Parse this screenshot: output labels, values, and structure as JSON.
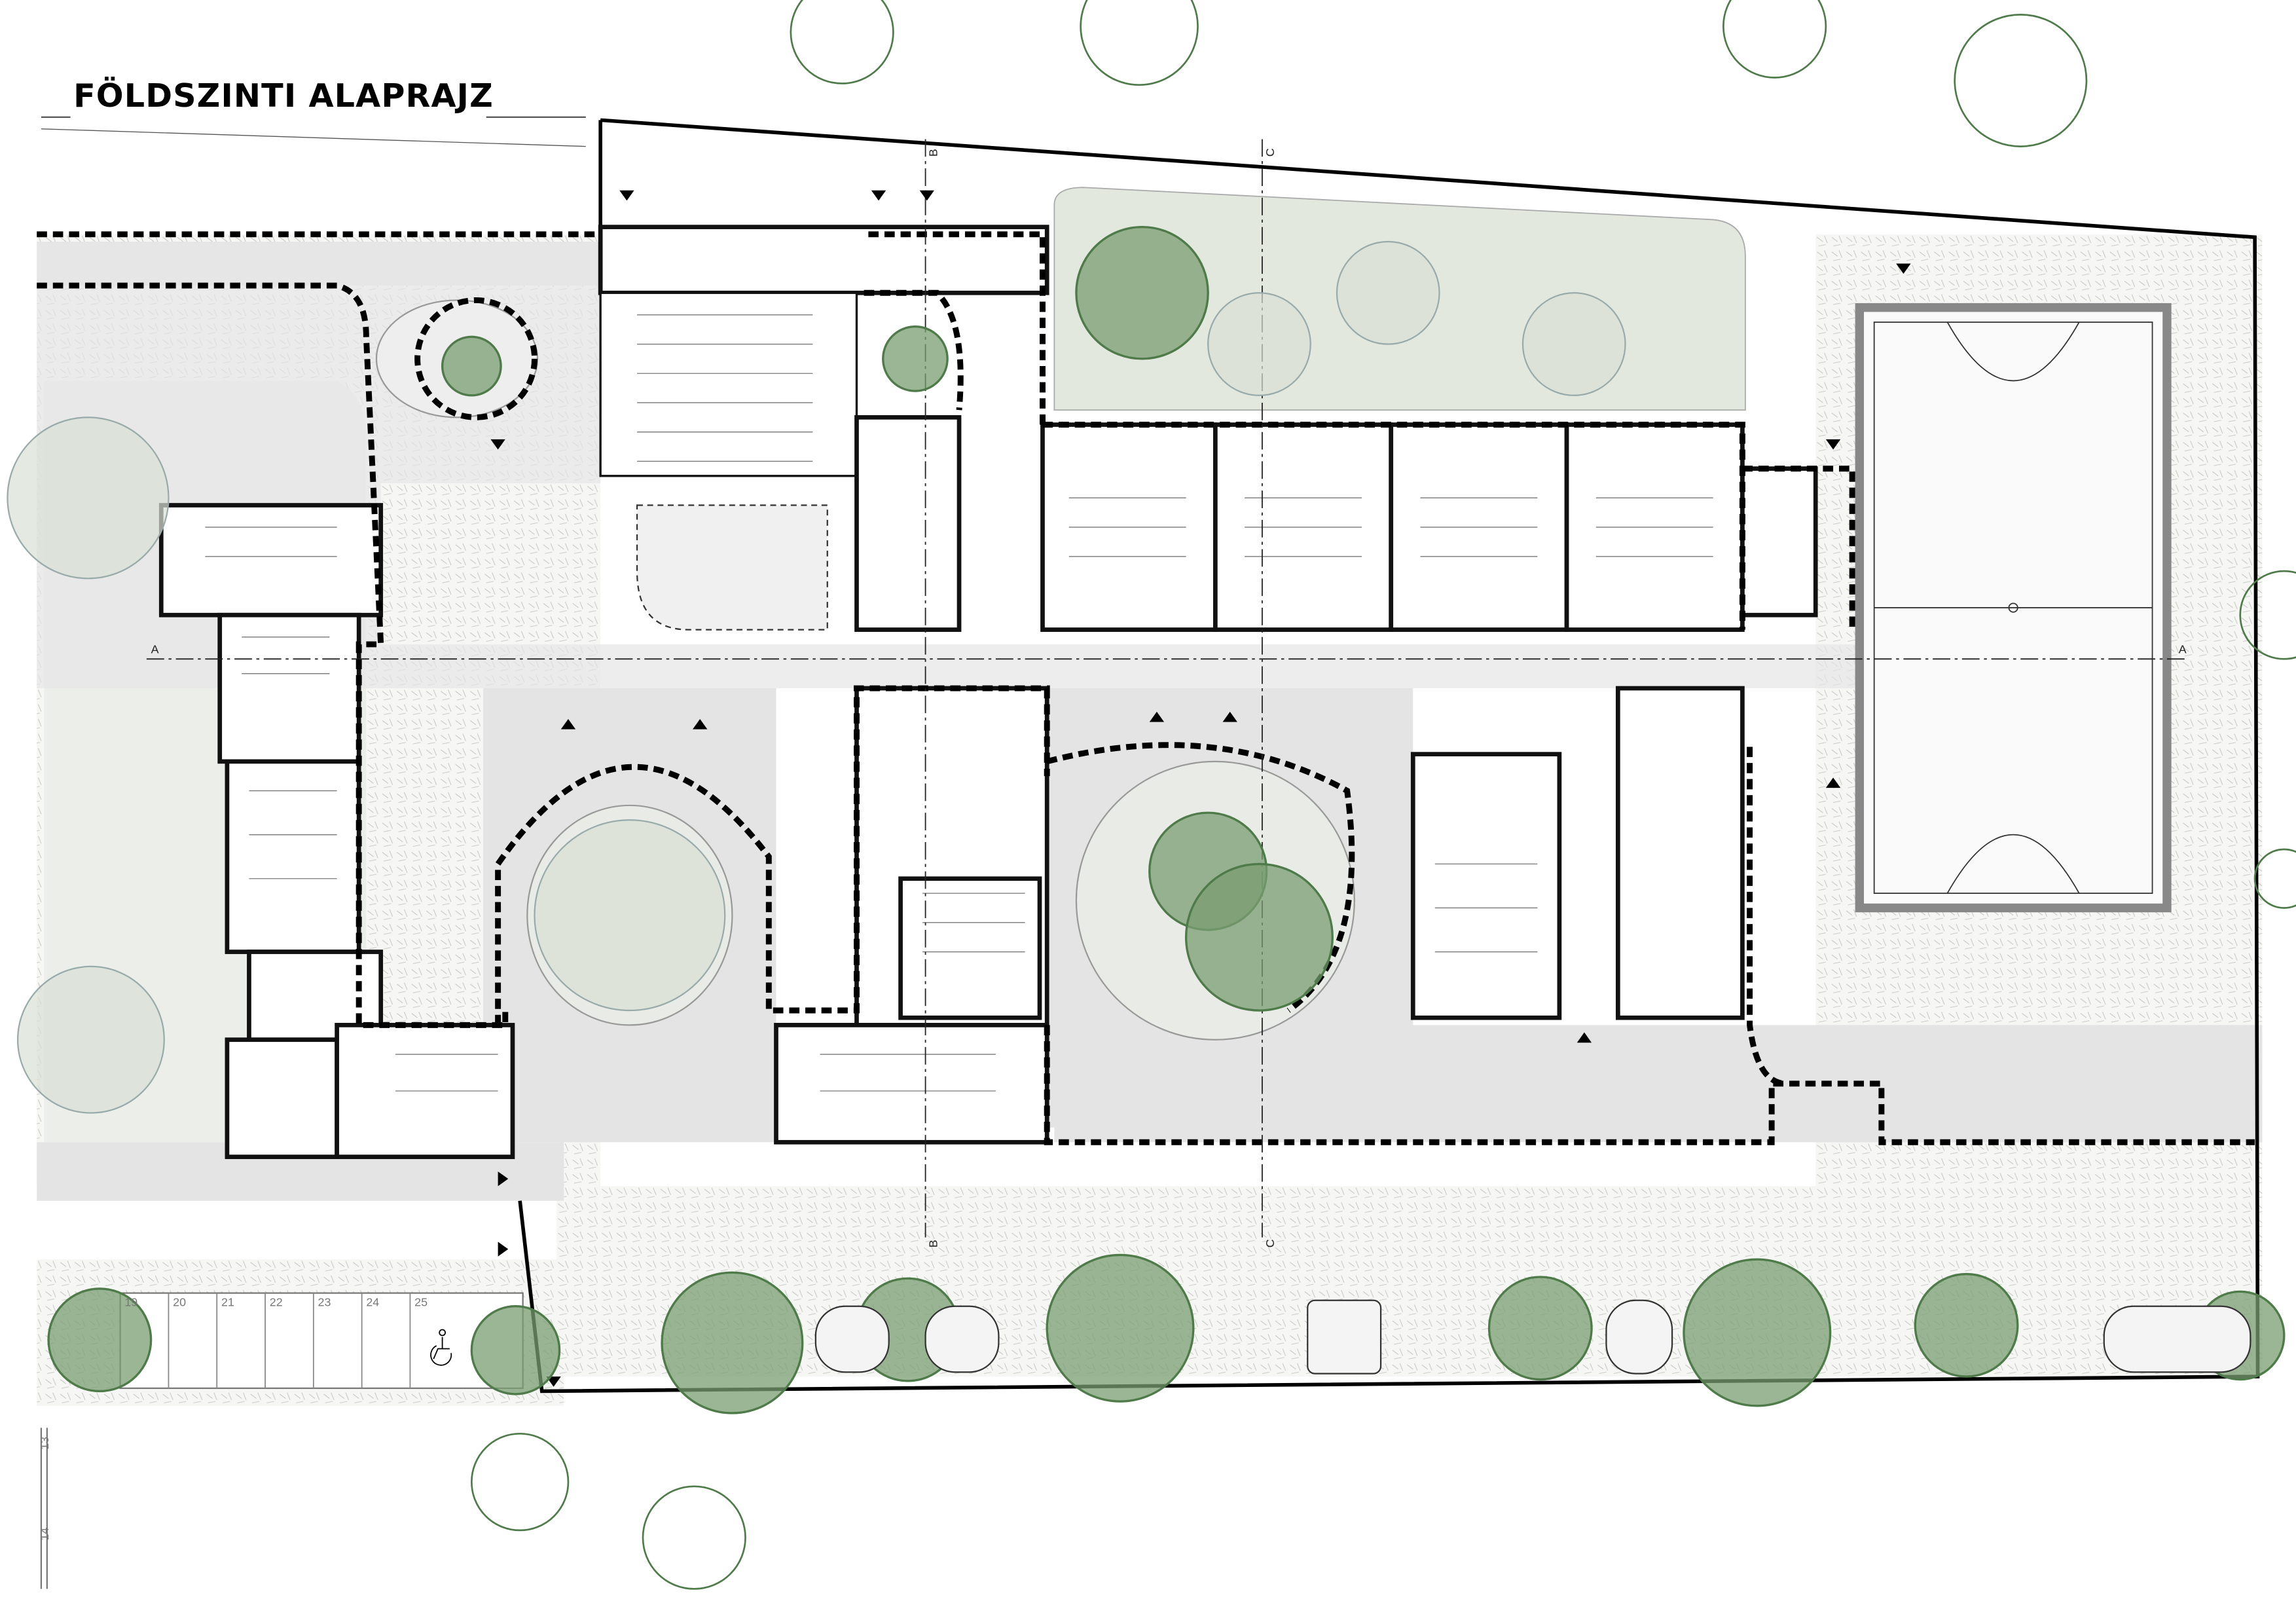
{
  "title": "FÖLDSZINTI ALAPRAJZ",
  "sections": {
    "a_left": "A",
    "a_right": "A",
    "b_top": "B",
    "b_bottom": "B",
    "c_top": "C",
    "c_bottom": "C"
  },
  "parking": {
    "spaces": [
      "19",
      "20",
      "21",
      "22",
      "23",
      "24",
      "25"
    ],
    "side_spaces": [
      "13",
      "14"
    ]
  },
  "colors": {
    "tree": "#7a9e72",
    "tree_stroke": "#4f7a4a",
    "paving": "#e6e6e6",
    "planting": "#f1f3ef",
    "wall": "#111111"
  }
}
